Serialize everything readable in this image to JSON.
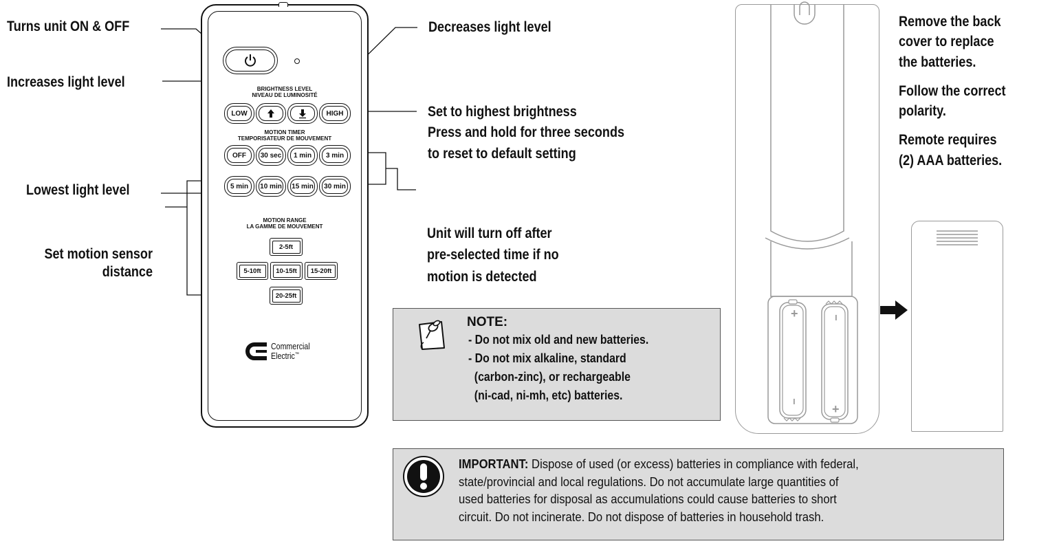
{
  "callouts": {
    "power": "Turns unit ON & OFF",
    "increase": "Increases light level",
    "lowest": "Lowest light level",
    "motion_sensor_line1": "Set motion sensor",
    "motion_sensor_line2": "distance",
    "decrease": "Decreases light level",
    "high_line1": "Set to highest brightness",
    "high_line2": "Press and hold for three seconds",
    "high_line3": "to reset to default setting",
    "timer_line1": "Unit will turn off after",
    "timer_line2": "pre-selected time if no",
    "timer_line3": "motion is detected"
  },
  "battery_text": {
    "line1": "Remove the back",
    "line2": "cover to replace",
    "line3": "the batteries.",
    "line4": "Follow the correct",
    "line5": "polarity.",
    "line6": "Remote  requires",
    "line7": "(2) AAA batteries."
  },
  "remote": {
    "brightness_heading_en": "BRIGHTNESS LEVEL",
    "brightness_heading_fr": "NIVEAU DE LUMINOSITÉ",
    "btn_low": "LOW",
    "btn_high": "HIGH",
    "timer_heading_en": "MOTION TIMER",
    "timer_heading_fr": "TEMPORISATEUR DE MOUVEMENT",
    "timer_row1": [
      "OFF",
      "30 sec",
      "1 min",
      "3 min"
    ],
    "timer_row2": [
      "5 min",
      "10 min",
      "15 min",
      "30 min"
    ],
    "range_heading_en": "MOTION RANGE",
    "range_heading_fr": "LA GAMME DE MOUVEMENT",
    "range_top": "2-5ft",
    "range_mid": [
      "5-10ft",
      "10-15ft",
      "15-20ft"
    ],
    "range_bottom": "20-25ft",
    "brand_line1": "Commercial",
    "brand_line2": "Electric",
    "brand_tm": "™"
  },
  "note": {
    "title": "NOTE:",
    "items": [
      "- Do not mix old and new batteries.",
      "- Do not mix alkaline, standard",
      "  (carbon-zinc), or rechargeable",
      "  (ni-cad, ni-mh, etc) batteries."
    ]
  },
  "important": {
    "label": "IMPORTANT:",
    "line1": " Dispose of used (or excess) batteries in compliance with federal,",
    "line2": "state/provincial and local regulations. Do not accumulate large quantities of",
    "line3": "used batteries for disposal as accumulations could cause batteries to short",
    "line4": "circuit.  Do not incinerate.  Do not dispose of batteries in household trash."
  },
  "battery_polarity": {
    "plus": "+",
    "minus": "−"
  },
  "icons": [
    "power-icon",
    "up-arrow-icon",
    "down-arrow-icon",
    "pushpin-note-icon",
    "exclamation-icon",
    "right-arrow-icon",
    "commercial-electric-logo"
  ]
}
